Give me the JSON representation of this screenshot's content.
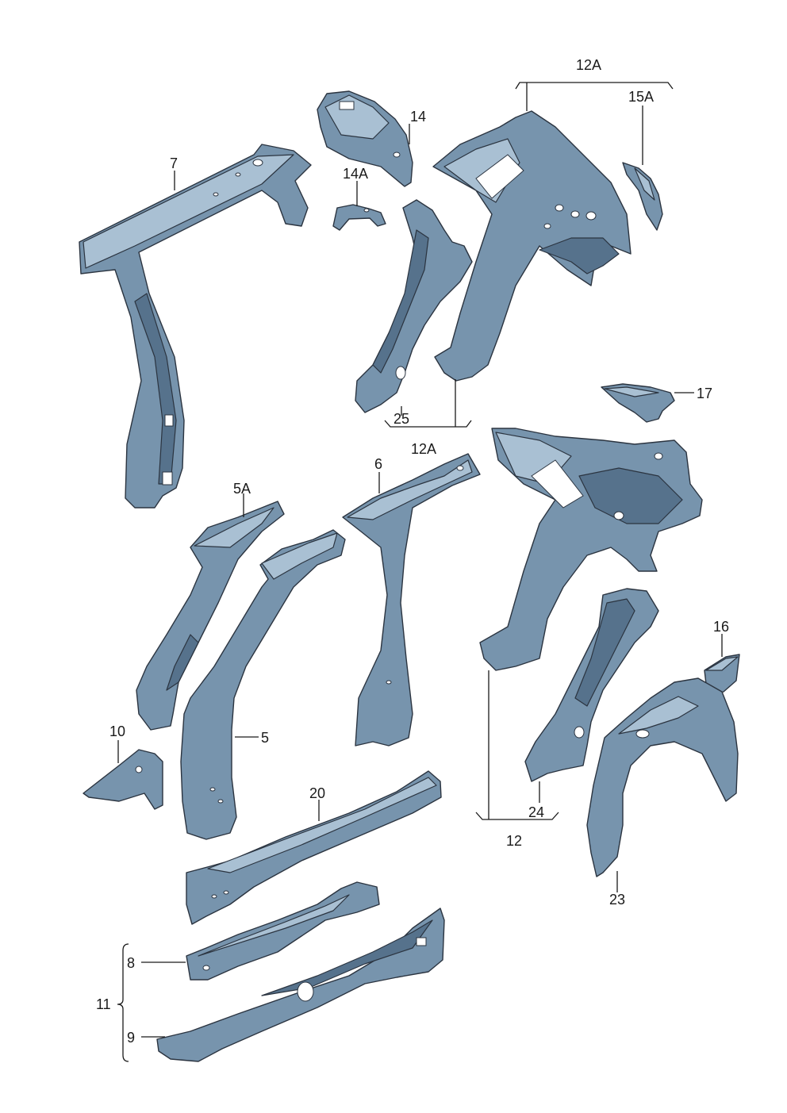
{
  "labels": {
    "p7": "7",
    "p14": "14",
    "p14A": "14A",
    "p12A_top": "12A",
    "p15A": "15A",
    "p25": "25",
    "p12A_mid": "12A",
    "p17": "17",
    "p6": "6",
    "p5A": "5A",
    "p5": "5",
    "p10": "10",
    "p16": "16",
    "p20": "20",
    "p24": "24",
    "p12": "12",
    "p23": "23",
    "p8": "8",
    "p11": "11",
    "p9": "9"
  },
  "colors": {
    "part_fill": "#7794ad",
    "part_highlight": "#a9c0d3",
    "part_shadow": "#56728c",
    "outline": "#2b3440",
    "leader": "#1a1a1a"
  }
}
